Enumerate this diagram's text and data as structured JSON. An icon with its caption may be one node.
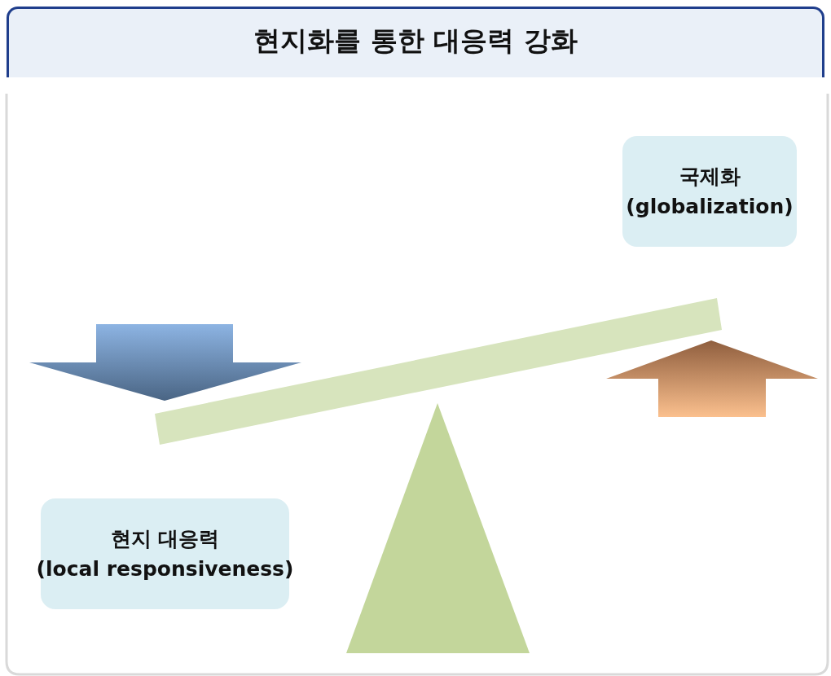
{
  "diagram": {
    "title": "현지화를 통한 대응력 강화",
    "nodes": [
      {
        "text": [
          "국제화",
          "(globalization)"
        ]
      },
      {
        "text": [
          "현지 대응력",
          "(local responsiveness)"
        ]
      }
    ]
  }
}
